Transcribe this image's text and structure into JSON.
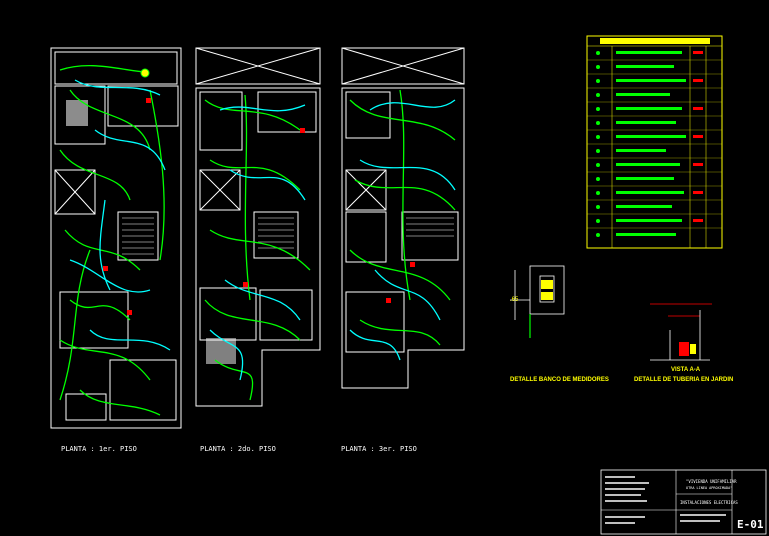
{
  "plan_labels": {
    "floor1": "PLANTA : 1er. PISO",
    "floor2": "PLANTA : 2do. PISO",
    "floor3": "PLANTA : 3er. PISO"
  },
  "details": {
    "meter_bank": "DETALLE BANCO DE MEDIDORES",
    "garden_pipe": "DETALLE DE TUBERIA EN JARDIN",
    "section": "VISTA A-A",
    "dim_left": ".65"
  },
  "title_block": {
    "project": "\"VIVIENDA UNIFAMILIAR",
    "project_sub": "OTRA LINEA APROXIMADA\"",
    "plan_name": "INSTALACIONES ELECTRICAS",
    "sheet": "E-01"
  },
  "colors": {
    "background": "#000000",
    "walls": "#ffffff",
    "circuits_green": "#00ff00",
    "circuits_cyan": "#00ffff",
    "outlets_red": "#ff0000",
    "accent_yellow": "#ffff00"
  }
}
